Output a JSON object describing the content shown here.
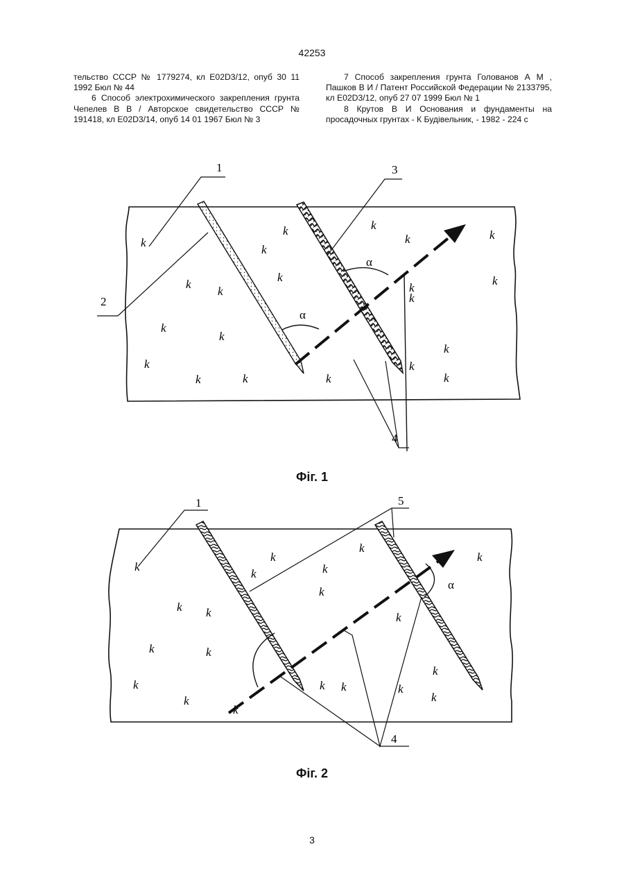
{
  "page": {
    "top_number": "42253",
    "bottom_number": "3"
  },
  "references": {
    "left": [
      {
        "text": "тельство СССР № 1779274, кл E02D3/12, опуб 30 11 1992 Бюл № 44",
        "indent": false
      },
      {
        "text": "6 Способ электрохимического закрепления грунта Чепелев В В / Авторское свидетельство СССР № 191418, кл E02D3/14, опуб 14 01 1967 Бюл № 3",
        "indent": true
      }
    ],
    "right": [
      {
        "text": "7 Способ закрепления грунта Голованов А М , Пашков В И / Патент Российской Федерации № 2133795, кл E02D3/12, опуб 27 07 1999 Бюл № 1",
        "indent": true
      },
      {
        "text": "8 Крутов В И Основания и фундаменты на просадочных грунтах - К Будівельник, - 1982 - 224 с",
        "indent": true
      }
    ]
  },
  "figure1": {
    "caption": "Фіг. 1",
    "labels": {
      "l1": "1",
      "l2": "2",
      "l3": "3",
      "l4": "4"
    },
    "alpha": "α",
    "soil_mark": "k"
  },
  "figure2": {
    "caption": "Фіг. 2",
    "labels": {
      "l1": "1",
      "l4": "4",
      "l5": "5"
    },
    "alpha": "α",
    "soil_mark": "k"
  }
}
